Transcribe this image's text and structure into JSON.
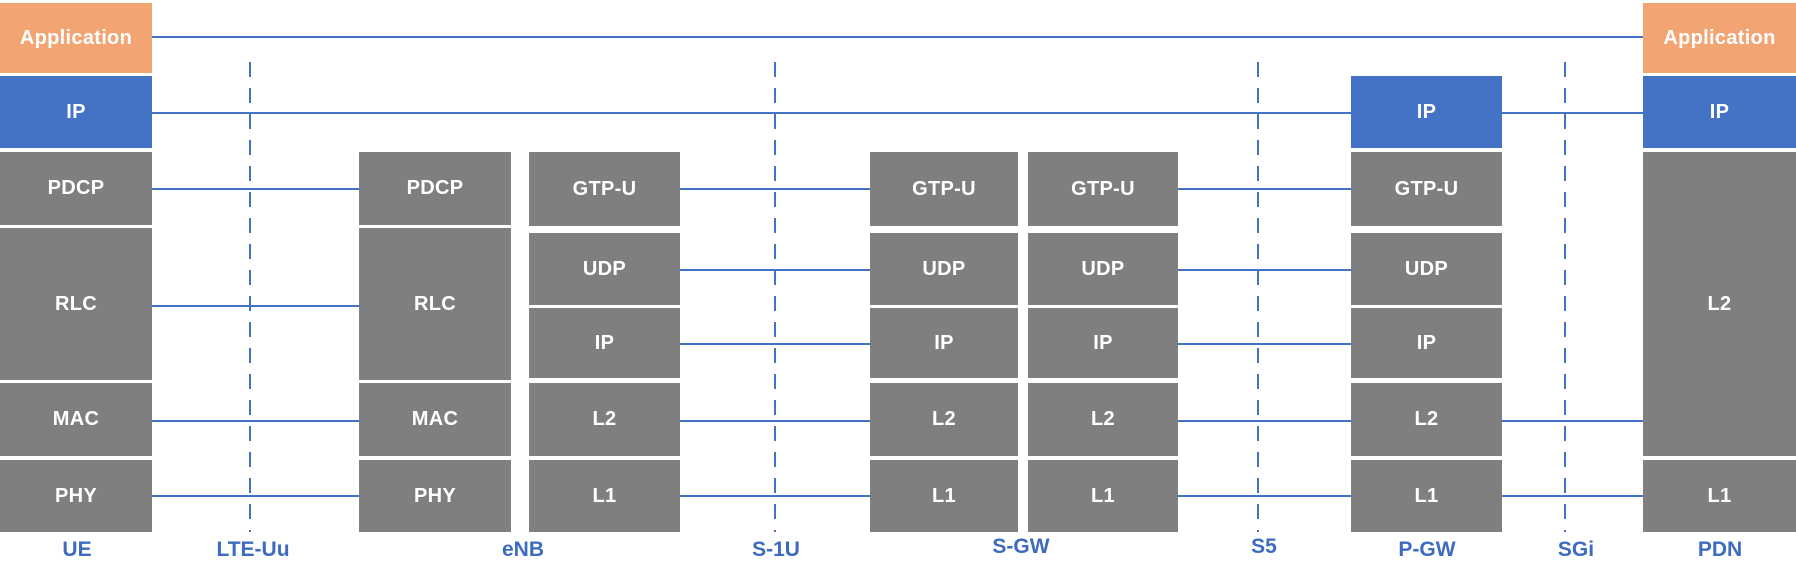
{
  "diagram": {
    "type": "protocol-stack-diagram",
    "colors": {
      "application_box": "#f2a572",
      "ip_box": "#4472c4",
      "layer_box": "#7f7f7f",
      "box_text": "#ffffff",
      "peer_line": "#4472c4",
      "interface_dashed_line": "#4472c4",
      "node_label_text": "#3d6bbf"
    },
    "nodes": {
      "ue": {
        "label": "UE",
        "boxes": {
          "app": "Application",
          "ip": "IP",
          "pdcp": "PDCP",
          "rlc": "RLC",
          "mac": "MAC",
          "phy": "PHY"
        }
      },
      "enb": {
        "label": "eNB",
        "left": {
          "pdcp": "PDCP",
          "rlc": "RLC",
          "mac": "MAC",
          "phy": "PHY"
        },
        "right": {
          "gtpu": "GTP-U",
          "udp": "UDP",
          "ip": "IP",
          "l2": "L2",
          "l1": "L1"
        }
      },
      "sgw": {
        "label": "S-GW",
        "left": {
          "gtpu": "GTP-U",
          "udp": "UDP",
          "ip": "IP",
          "l2": "L2",
          "l1": "L1"
        },
        "right": {
          "gtpu": "GTP-U",
          "udp": "UDP",
          "ip": "IP",
          "l2": "L2",
          "l1": "L1"
        }
      },
      "pgw": {
        "label": "P-GW",
        "boxes": {
          "ip_upper": "IP",
          "gtpu": "GTP-U",
          "udp": "UDP",
          "ip": "IP",
          "l2": "L2",
          "l1": "L1"
        }
      },
      "pdn": {
        "label": "PDN",
        "boxes": {
          "app": "Application",
          "ip": "IP",
          "l2": "L2",
          "l1": "L1"
        }
      }
    },
    "interfaces": {
      "lte_uu": "LTE-Uu",
      "s1u": "S-1U",
      "s5": "S5",
      "sgi": "SGi"
    }
  }
}
